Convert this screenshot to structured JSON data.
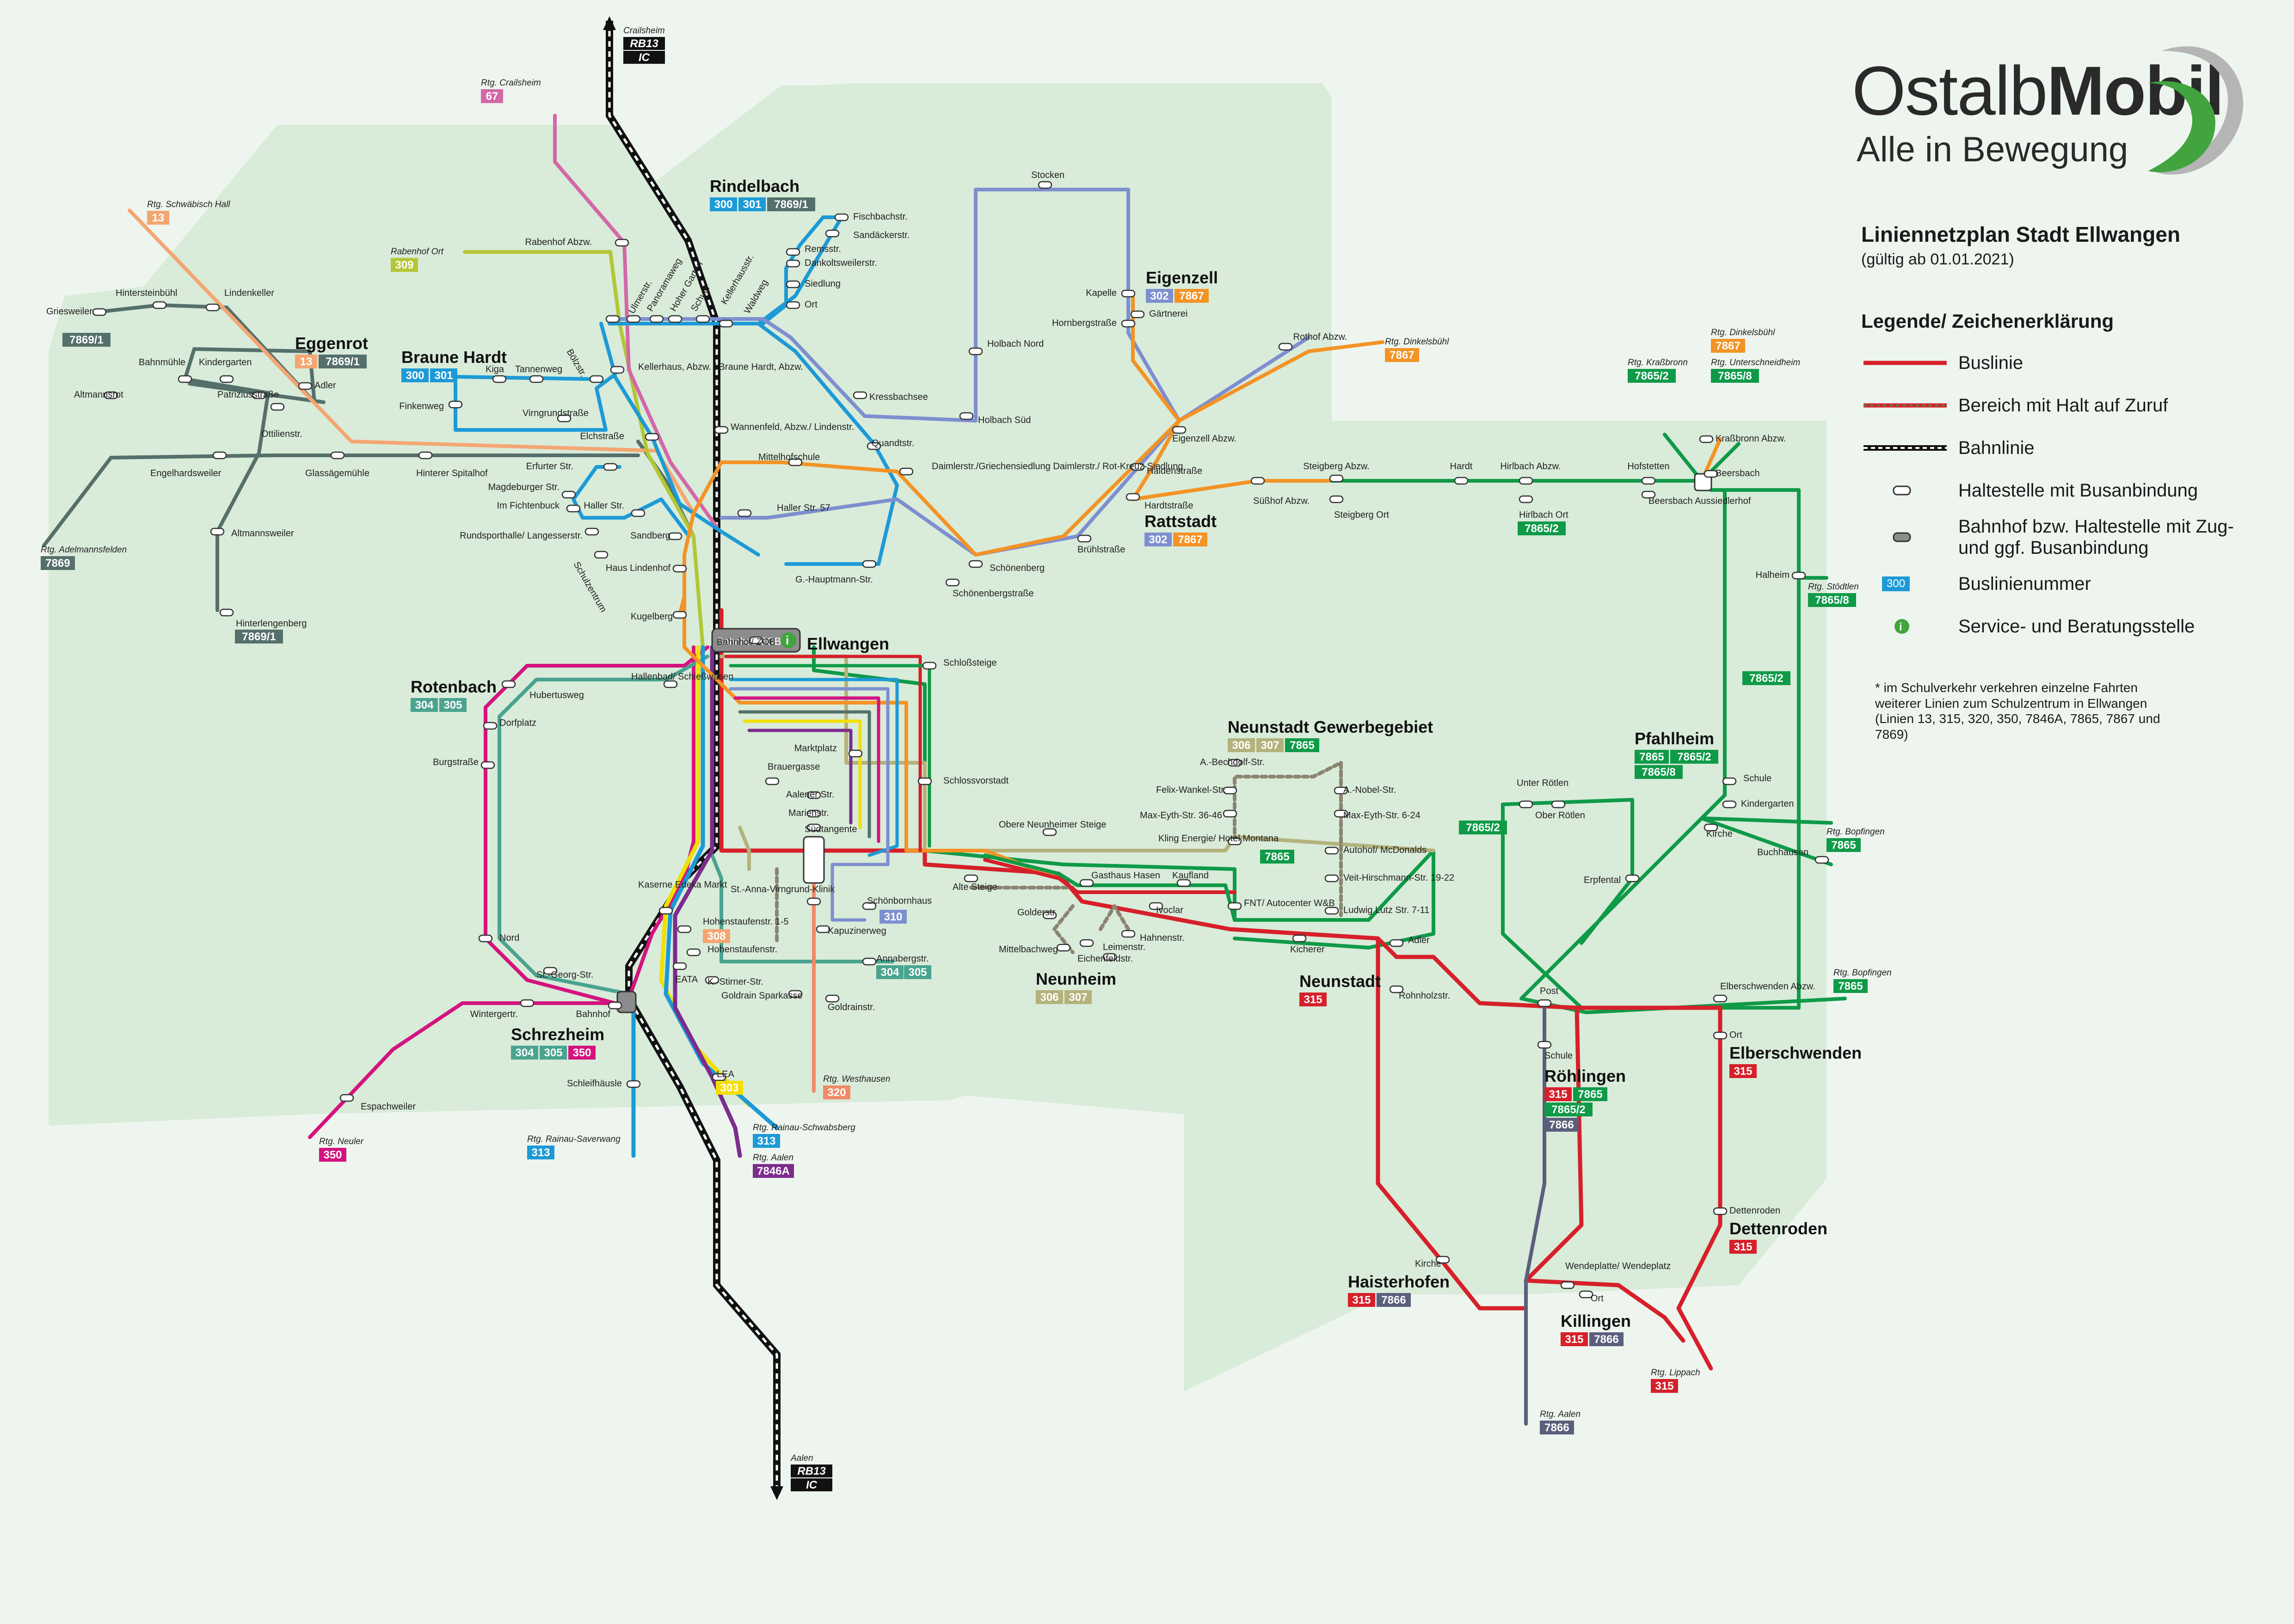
{
  "logo": {
    "brand_light": "Ostalb",
    "brand_bold": "Mobil",
    "slogan": "Alle in Bewegung"
  },
  "legend": {
    "title": "Liniennetzplan Stadt Ellwangen",
    "subtitle": "(gültig ab 01.01.2021)",
    "heading": "Legende/ Zeichenerklärung",
    "items": [
      {
        "label": "Buslinie"
      },
      {
        "label": "Bereich mit Halt auf Zuruf"
      },
      {
        "label": "Bahnlinie"
      },
      {
        "label": "Haltestelle mit Busanbindung"
      },
      {
        "label": "Bahnhof bzw. Haltestelle mit Zug- und ggf. Busanbindung"
      },
      {
        "label": "Buslinienummer",
        "badge": "300"
      },
      {
        "label": "Service- und Beratungsstelle"
      }
    ],
    "note": "* im Schulverkehr verkehren einzelne Fahrten weiterer Linien zum Schulzentrum in Ellwangen (Linien 13, 315, 320, 350, 7846A, 7865, 7867 und 7869)"
  },
  "colors": {
    "bg": "#eef5ef",
    "area": "#d9ebd9",
    "red": "#d6202a",
    "blue": "#1d9ad6",
    "orange": "#f39325",
    "green": "#0f9a48",
    "grey": "#55706b",
    "lilac": "#7d8fcf",
    "lime": "#b3c635",
    "magenta": "#d4137f",
    "pink": "#d467a8",
    "yellow": "#f2df00",
    "purple": "#7b2c8c",
    "salmon": "#f08a68",
    "teal": "#4aa38f",
    "olive": "#b4b27c",
    "darkgrey": "#5b5f7c",
    "lightorange": "#f4a672",
    "rail": "#111111"
  },
  "places": [
    {
      "id": "rindelbach",
      "name": "Rindelbach",
      "badges": [
        "300",
        "301",
        "7869/1"
      ]
    },
    {
      "id": "eigenzell",
      "name": "Eigenzell",
      "badges": [
        "302",
        "7867"
      ]
    },
    {
      "id": "eggenrot",
      "name": "Eggenrot",
      "badges": [
        "13",
        "7869/1"
      ]
    },
    {
      "id": "braunehardt",
      "name": "Braune Hardt",
      "badges": [
        "300",
        "301"
      ]
    },
    {
      "id": "rattstadt",
      "name": "Rattstadt",
      "badges": [
        "302",
        "7867"
      ]
    },
    {
      "id": "ellwangen",
      "name": "Ellwangen",
      "badges": []
    },
    {
      "id": "rotenbach",
      "name": "Rotenbach",
      "badges": [
        "304",
        "305"
      ]
    },
    {
      "id": "neunstadtgew",
      "name": "Neunstadt Gewerbegebiet",
      "badges": [
        "306",
        "307",
        "7865"
      ]
    },
    {
      "id": "pfahlheim",
      "name": "Pfahlheim",
      "badges": [
        "7865",
        "7865/2",
        "7865/8"
      ]
    },
    {
      "id": "neunheim",
      "name": "Neunheim",
      "badges": [
        "306",
        "307"
      ]
    },
    {
      "id": "neunstadt",
      "name": "Neunstadt",
      "badges": [
        "315"
      ]
    },
    {
      "id": "schrezheim",
      "name": "Schrezheim",
      "badges": [
        "304",
        "305",
        "350"
      ]
    },
    {
      "id": "roehlingen",
      "name": "Röhlingen",
      "badges": [
        "315",
        "7865",
        "7865/2",
        "7866"
      ]
    },
    {
      "id": "elberschwenden",
      "name": "Elberschwenden",
      "badges": [
        "315"
      ]
    },
    {
      "id": "dettenroden",
      "name": "Dettenroden",
      "badges": [
        "315"
      ]
    },
    {
      "id": "haisterhofen",
      "name": "Haisterhofen",
      "badges": [
        "315",
        "7866"
      ]
    },
    {
      "id": "killingen",
      "name": "Killingen",
      "badges": [
        "315",
        "7866"
      ]
    }
  ],
  "directions": [
    {
      "id": "crailsheim",
      "text": "Crailsheim",
      "badges": [
        "RB13",
        "IC"
      ]
    },
    {
      "id": "crailsheim67",
      "text": "Rtg. Crailsheim",
      "badges": [
        "67"
      ]
    },
    {
      "id": "schwhall",
      "text": "Rtg. Schwäbisch Hall",
      "badges": [
        "13"
      ]
    },
    {
      "id": "rabenhof",
      "text": "Rabenhof Ort",
      "badges": [
        "309"
      ]
    },
    {
      "id": "dinkelsbuehl1",
      "text": "Rtg. Dinkelsbühl",
      "badges": [
        "7867"
      ]
    },
    {
      "id": "krassbronn",
      "text": "Rtg. Kraßbronn",
      "badges": [
        "7865/2"
      ]
    },
    {
      "id": "dinkelsbuehl2",
      "text": "Rtg. Dinkelsbühl",
      "badges": [
        "7867"
      ]
    },
    {
      "id": "unterschneid",
      "text": "Rtg. Unterschneidheim",
      "badges": [
        "7865/8"
      ]
    },
    {
      "id": "adelmanns",
      "text": "Rtg. Adelmannsfelden",
      "badges": [
        "7869"
      ]
    },
    {
      "id": "stoedtlen",
      "text": "Rtg. Stödtlen",
      "badges": [
        "7865/8"
      ]
    },
    {
      "id": "bopfingen1",
      "text": "Rtg. Bopfingen",
      "badges": [
        "7865"
      ]
    },
    {
      "id": "bopfingen2",
      "text": "Rtg. Bopfingen",
      "badges": [
        "7865"
      ]
    },
    {
      "id": "westhausen",
      "text": "Rtg. Westhausen",
      "badges": [
        "320"
      ]
    },
    {
      "id": "rainau",
      "text": "Rtg. Rainau-Schwabsberg",
      "badges": [
        "313"
      ]
    },
    {
      "id": "aalen1",
      "text": "Rtg. Aalen",
      "badges": [
        "7846A"
      ]
    },
    {
      "id": "neuler",
      "text": "Rtg. Neuler",
      "badges": [
        "350"
      ]
    },
    {
      "id": "saverwang",
      "text": "Rtg. Rainau-Saverwang",
      "badges": [
        "313"
      ]
    },
    {
      "id": "aalen2",
      "text": "Aalen",
      "badges": [
        "RB13",
        "IC"
      ]
    },
    {
      "id": "aalen3",
      "text": "Rtg. Aalen",
      "badges": [
        "7866"
      ]
    },
    {
      "id": "lippach",
      "text": "Rtg. Lippach",
      "badges": [
        "315"
      ]
    }
  ],
  "freebadges": [
    {
      "id": "b7869_1w",
      "text": "7869/1"
    },
    {
      "id": "b7869_1s",
      "text": "7869/1"
    },
    {
      "id": "b7865_2h",
      "text": "7865/2"
    },
    {
      "id": "b7865_2p",
      "text": "7865/2"
    },
    {
      "id": "b7865_2r",
      "text": "7865/2"
    },
    {
      "id": "b7865m",
      "text": "7865"
    },
    {
      "id": "b308",
      "text": "308"
    },
    {
      "id": "b310",
      "text": "310"
    },
    {
      "id": "b304a",
      "text": "304"
    },
    {
      "id": "b305a",
      "text": "305"
    },
    {
      "id": "b303",
      "text": "303"
    }
  ],
  "stops": [
    {
      "id": "s1",
      "name": "Fischbachstr."
    },
    {
      "id": "s2",
      "name": "Sandäckerstr."
    },
    {
      "id": "s3",
      "name": "Remsstr."
    },
    {
      "id": "s4",
      "name": "Dankoltsweilerstr."
    },
    {
      "id": "s5",
      "name": "Siedlung"
    },
    {
      "id": "s6",
      "name": "Ort"
    },
    {
      "id": "s7",
      "name": "Stocken"
    },
    {
      "id": "s8",
      "name": "Kapelle"
    },
    {
      "id": "s9",
      "name": "Hornbergstraße"
    },
    {
      "id": "s10",
      "name": "Gärtnerei"
    },
    {
      "id": "s11",
      "name": "Rothof Abzw."
    },
    {
      "id": "s12",
      "name": "Holbach Nord"
    },
    {
      "id": "s13",
      "name": "Holbach Süd"
    },
    {
      "id": "s14",
      "name": "Kressbachsee"
    },
    {
      "id": "s15",
      "name": "Quandtstr."
    },
    {
      "id": "s16",
      "name": "Eigenzell Abzw."
    },
    {
      "id": "s17",
      "name": "Haldenstraße"
    },
    {
      "id": "s18",
      "name": "Hardtstraße"
    },
    {
      "id": "s19",
      "name": "Brühlstraße"
    },
    {
      "id": "s20",
      "name": "Süßhof Abzw."
    },
    {
      "id": "s21",
      "name": "Steigberg Abzw."
    },
    {
      "id": "s22",
      "name": "Steigberg Ort"
    },
    {
      "id": "s23",
      "name": "Hardt"
    },
    {
      "id": "s24",
      "name": "Hirlbach Abzw."
    },
    {
      "id": "s25",
      "name": "Hirlbach Ort"
    },
    {
      "id": "s26",
      "name": "Hofstetten"
    },
    {
      "id": "s27",
      "name": "Beersbach Aussiedlerhof"
    },
    {
      "id": "s28",
      "name": "Beersbach"
    },
    {
      "id": "s29",
      "name": "Kraßbronn Abzw."
    },
    {
      "id": "s30",
      "name": "Halheim"
    },
    {
      "id": "s31",
      "name": "Rabenhof Abzw."
    },
    {
      "id": "s32",
      "name": "Ulmerstr."
    },
    {
      "id": "s33",
      "name": "Panoramaweg"
    },
    {
      "id": "s34",
      "name": "Hoher Garten"
    },
    {
      "id": "s35",
      "name": "Schule"
    },
    {
      "id": "s36",
      "name": "Kellerhausstr."
    },
    {
      "id": "s37",
      "name": "Waldweg"
    },
    {
      "id": "s38",
      "name": "Kiga"
    },
    {
      "id": "s39",
      "name": "Tannenweg"
    },
    {
      "id": "s40",
      "name": "Bölzstr."
    },
    {
      "id": "s41",
      "name": "Kellerhaus, Abzw. / Braune Hardt, Abzw."
    },
    {
      "id": "s42",
      "name": "Finkenweg"
    },
    {
      "id": "s43",
      "name": "Virngrundstraße"
    },
    {
      "id": "s44",
      "name": "Elchstraße"
    },
    {
      "id": "s45",
      "name": "Wannenfeld, Abzw./ Lindenstr."
    },
    {
      "id": "s46",
      "name": "Mittelhofschule"
    },
    {
      "id": "s47",
      "name": "Daimlerstr./Griechensiedlung Daimlerstr./ Rot-Kreuz-Siedlung"
    },
    {
      "id": "s48",
      "name": "Erfurter Str."
    },
    {
      "id": "s49",
      "name": "Magdeburger Str."
    },
    {
      "id": "s50",
      "name": "Im Fichtenbuck"
    },
    {
      "id": "s51",
      "name": "Haller Str."
    },
    {
      "id": "s52",
      "name": "Haller Str. 57"
    },
    {
      "id": "s53",
      "name": "Rundsporthalle/ Langesserstr."
    },
    {
      "id": "s54",
      "name": "Schulzentrum"
    },
    {
      "id": "s55",
      "name": "Sandberg"
    },
    {
      "id": "s56",
      "name": "Haus Lindenhof"
    },
    {
      "id": "s57",
      "name": "G.-Hauptmann-Str."
    },
    {
      "id": "s58",
      "name": "Schönenberg"
    },
    {
      "id": "s59",
      "name": "Schönenbergstraße"
    },
    {
      "id": "s60",
      "name": "Kugelberg"
    },
    {
      "id": "s61",
      "name": "Bahnhof/ ZOB"
    },
    {
      "id": "s62",
      "name": "Schloßsteige"
    },
    {
      "id": "s63",
      "name": "Hintersteinbühl"
    },
    {
      "id": "s64",
      "name": "Lindenkeller"
    },
    {
      "id": "s65",
      "name": "Griesweiler"
    },
    {
      "id": "s66",
      "name": "Bahnmühle"
    },
    {
      "id": "s67",
      "name": "Kindergarten"
    },
    {
      "id": "s68",
      "name": "Patriziusstraße"
    },
    {
      "id": "s69",
      "name": "Adler"
    },
    {
      "id": "s70",
      "name": "Ottilienstr."
    },
    {
      "id": "s71",
      "name": "Altmannsrot"
    },
    {
      "id": "s72",
      "name": "Engelhardsweiler"
    },
    {
      "id": "s73",
      "name": "Glassägemühle"
    },
    {
      "id": "s74",
      "name": "Hinterer Spitalhof"
    },
    {
      "id": "s75",
      "name": "Altmannsweiler"
    },
    {
      "id": "s76",
      "name": "Hinterlengenberg"
    },
    {
      "id": "s77",
      "name": "Hubertusweg"
    },
    {
      "id": "s78",
      "name": "Hallenbad/ Schießwasen"
    },
    {
      "id": "s79",
      "name": "Dorfplatz"
    },
    {
      "id": "s80",
      "name": "Burgstraße"
    },
    {
      "id": "s81",
      "name": "Nord"
    },
    {
      "id": "s82",
      "name": "St.-Georg-Str."
    },
    {
      "id": "s83",
      "name": "Kaserne Edeka Markt"
    },
    {
      "id": "s84",
      "name": "Wintergertr."
    },
    {
      "id": "s85",
      "name": "Bahnhof"
    },
    {
      "id": "s86",
      "name": "Espachweiler"
    },
    {
      "id": "s87",
      "name": "Schleifhäusle"
    },
    {
      "id": "s88",
      "name": "LEA"
    },
    {
      "id": "s89",
      "name": "Marktplatz"
    },
    {
      "id": "s90",
      "name": "Brauergasse"
    },
    {
      "id": "s91",
      "name": "Aalener Str."
    },
    {
      "id": "s92",
      "name": "Marienstr."
    },
    {
      "id": "s93",
      "name": "Südtangente"
    },
    {
      "id": "s94",
      "name": "St.-Anna-Virngrund-Klinik"
    },
    {
      "id": "s95",
      "name": "Schönbornhaus"
    },
    {
      "id": "s96",
      "name": "Kapuzinerweg"
    },
    {
      "id": "s97",
      "name": "Hohenstaufenstr. 1-5"
    },
    {
      "id": "s98",
      "name": "Hohenstaufenstr."
    },
    {
      "id": "s99",
      "name": "EATA"
    },
    {
      "id": "s100",
      "name": "K.-Stirner-Str."
    },
    {
      "id": "s101",
      "name": "Goldrain Sparkasse"
    },
    {
      "id": "s102",
      "name": "Goldrainstr."
    },
    {
      "id": "s103",
      "name": "Annabergstr."
    },
    {
      "id": "s104",
      "name": "Schlossvorstadt"
    },
    {
      "id": "s105",
      "name": "Alte Steige"
    },
    {
      "id": "s106",
      "name": "Obere Neunheimer Steige"
    },
    {
      "id": "s107",
      "name": "Gasthaus Hasen"
    },
    {
      "id": "s108",
      "name": "Kaufland"
    },
    {
      "id": "s109",
      "name": "Ivoclar"
    },
    {
      "id": "s110",
      "name": "Golderstr."
    },
    {
      "id": "s111",
      "name": "Mittelbachweg"
    },
    {
      "id": "s112",
      "name": "Leimenstr."
    },
    {
      "id": "s113",
      "name": "Eichenfeldstr."
    },
    {
      "id": "s114",
      "name": "Hahnenstr."
    },
    {
      "id": "s115",
      "name": "A.-Bechdolf-Str."
    },
    {
      "id": "s116",
      "name": "Felix-Wankel-Str."
    },
    {
      "id": "s117",
      "name": "Max-Eyth-Str. 36-46"
    },
    {
      "id": "s118",
      "name": "Kling Energie/ Hotel Montana"
    },
    {
      "id": "s119",
      "name": "A.-Nobel-Str."
    },
    {
      "id": "s120",
      "name": "Max-Eyth-Str. 6-24"
    },
    {
      "id": "s121",
      "name": "Autohof/ McDonalds"
    },
    {
      "id": "s122",
      "name": "Veit-Hirschmann-Str. 19-22"
    },
    {
      "id": "s123",
      "name": "Ludwig Lutz Str. 7-11"
    },
    {
      "id": "s124",
      "name": "FNT/ Autocenter W&B"
    },
    {
      "id": "s125",
      "name": "Kicherer"
    },
    {
      "id": "s126",
      "name": "Adler"
    },
    {
      "id": "s127",
      "name": "Rohnholzstr."
    },
    {
      "id": "s128",
      "name": "Unter Rötlen"
    },
    {
      "id": "s129",
      "name": "Ober Rötlen"
    },
    {
      "id": "s130",
      "name": "Erpfental"
    },
    {
      "id": "s131",
      "name": "Schule"
    },
    {
      "id": "s132",
      "name": "Kindergarten"
    },
    {
      "id": "s133",
      "name": "Kirche"
    },
    {
      "id": "s134",
      "name": "Buchhausen"
    },
    {
      "id": "s135",
      "name": "Post"
    },
    {
      "id": "s136",
      "name": "Schule"
    },
    {
      "id": "s137",
      "name": "Elberschwenden Abzw."
    },
    {
      "id": "s138",
      "name": "Ort"
    },
    {
      "id": "s139",
      "name": "Dettenroden"
    },
    {
      "id": "s140",
      "name": "Kirche"
    },
    {
      "id": "s141",
      "name": "Wendeplatte/ Wendeplatz"
    },
    {
      "id": "s142",
      "name": "Ort"
    }
  ]
}
